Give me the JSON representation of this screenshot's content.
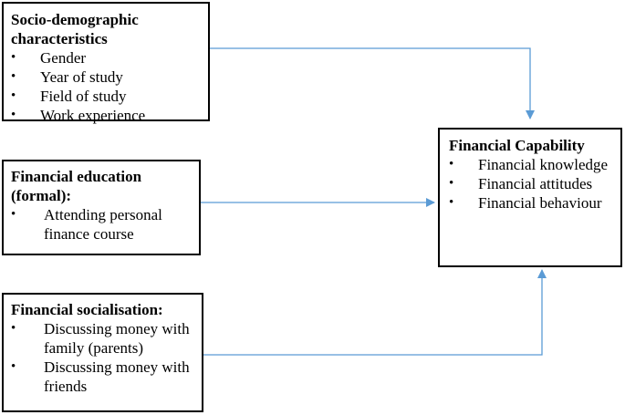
{
  "boxes": {
    "socio": {
      "title": "Socio-demographic characteristics",
      "items": [
        "Gender",
        "Year of study",
        "Field of study",
        "Work experience"
      ]
    },
    "education": {
      "title": "Financial education (formal):",
      "items": [
        "Attending personal finance course"
      ]
    },
    "socialisation": {
      "title": "Financial socialisation:",
      "items": [
        "Discussing money with family (parents)",
        "Discussing money with friends"
      ]
    },
    "capability": {
      "title": "Financial Capability",
      "items": [
        "Financial knowledge",
        "Financial attitudes",
        "Financial behaviour"
      ]
    }
  },
  "colors": {
    "arrow": "#5b9bd5",
    "border": "#000000"
  }
}
